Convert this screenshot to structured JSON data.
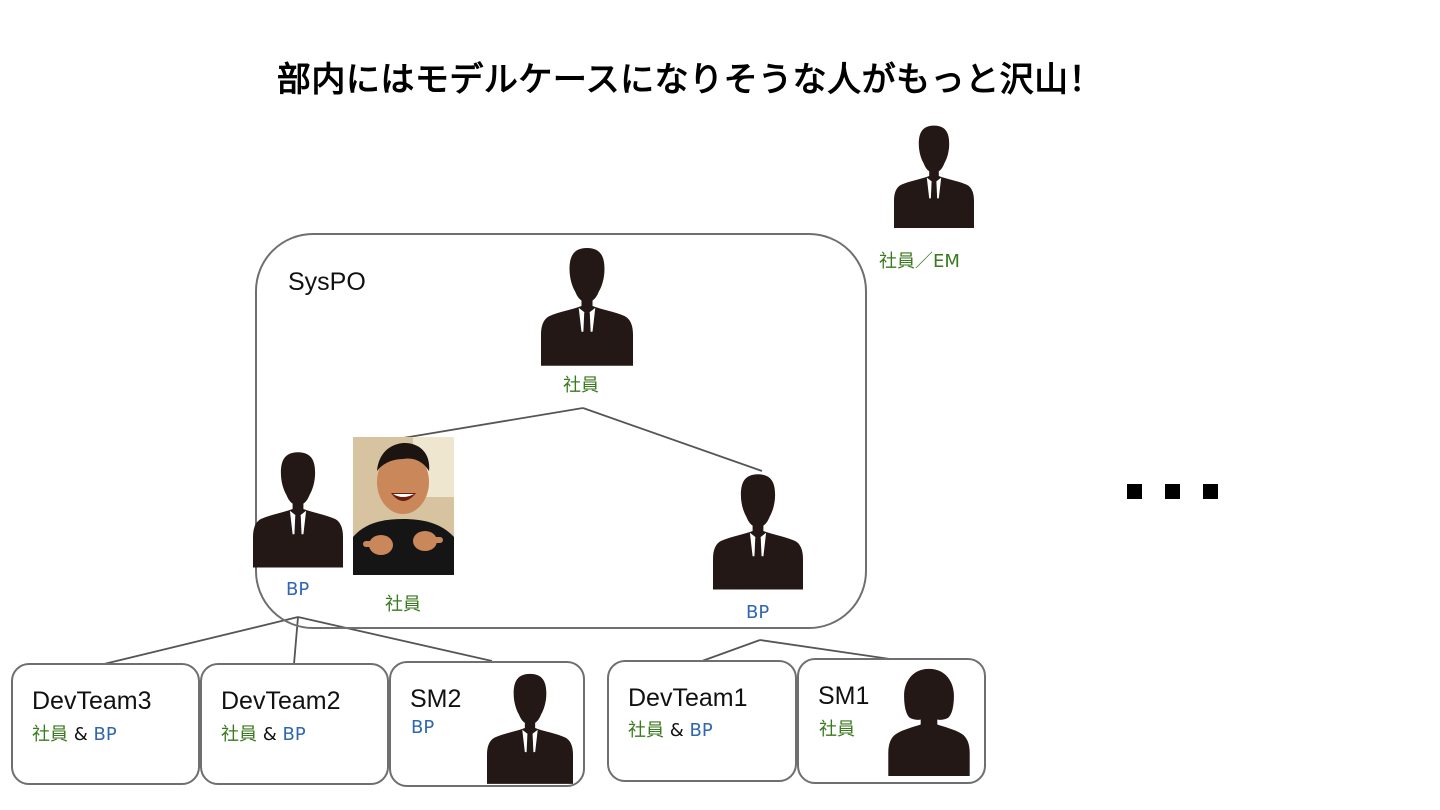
{
  "title": "部内にはモデルケースになりそうな人がもっと沢山！",
  "em_person": {
    "role": "社員／EM"
  },
  "syspo": {
    "label": "SysPO",
    "top_person_role": "社員",
    "left_person_role": "BP",
    "photo_person_role": "社員",
    "right_person_role": "BP"
  },
  "teams": [
    {
      "name": "DevTeam3",
      "role_1": "社員",
      "amp": "&",
      "role_2": "BP"
    },
    {
      "name": "DevTeam2",
      "role_1": "社員",
      "amp": "&",
      "role_2": "BP"
    },
    {
      "name": "SM2",
      "role_1": "BP"
    },
    {
      "name": "DevTeam1",
      "role_1": "社員",
      "amp": "&",
      "role_2": "BP"
    },
    {
      "name": "SM1",
      "role_1": "社員"
    }
  ],
  "icons": [
    "man-silhouette-icon",
    "woman-silhouette-icon",
    "ellipsis-dots-icon"
  ],
  "colors": {
    "employee": "#3a7a1f",
    "bp": "#2f66b3",
    "border": "#6f6f6f"
  }
}
